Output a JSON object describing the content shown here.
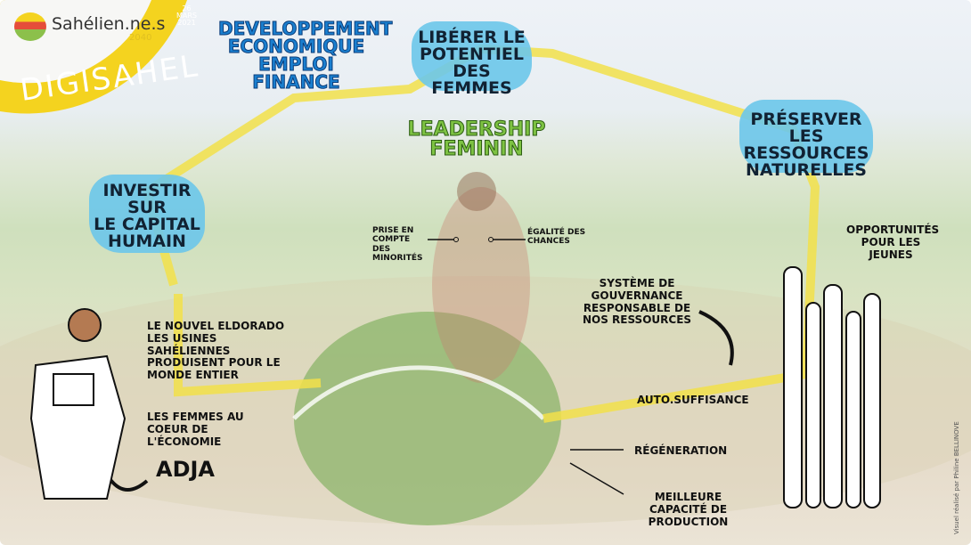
{
  "logo": {
    "brand": "Sahélien.ne.s",
    "year": "2040",
    "date": [
      "26",
      "MARS",
      "2021"
    ],
    "event": "DIGISAHEL"
  },
  "themes": {
    "economy": [
      "DEVELOPPEMENT",
      "ECONOMIQUE",
      "EMPLOI",
      "FINANCE"
    ],
    "women": [
      "LIBÉRER LE",
      "POTENTIEL",
      "DES FEMMES"
    ],
    "resources": [
      "PRÉSERVER",
      "LES RESSOURCES",
      "NATURELLES"
    ],
    "human": [
      "INVESTIR SUR",
      "LE CAPITAL",
      "HUMAIN"
    ],
    "leadership": [
      "LEADERSHIP",
      "FEMININ"
    ]
  },
  "notes": {
    "minorities": "PRISE EN COMPTE DES MINORITÉS",
    "equality": "ÉGALITÉ DES CHANCES",
    "youth": "OPPORTUNITÉS POUR LES JEUNES",
    "governance": "SYSTÈME DE GOUVERNANCE RESPONSABLE DE NOS RESSOURCES",
    "eldorado": "LE NOUVEL ELDORADO LES USINES SAHÉLIENNES PRODUISENT POUR LE MONDE ENTIER",
    "women_economy": "LES FEMMES AU COEUR DE L'ÉCONOMIE",
    "adja": "ADJA",
    "self_sufficiency": "AUTO.SUFFISANCE",
    "regeneration": "RÉGÉNERATION",
    "production": "MEILLEURE CAPACITÉ DE PRODUCTION"
  },
  "credit": "Visuel réalisé par Philine BELLINOVE"
}
